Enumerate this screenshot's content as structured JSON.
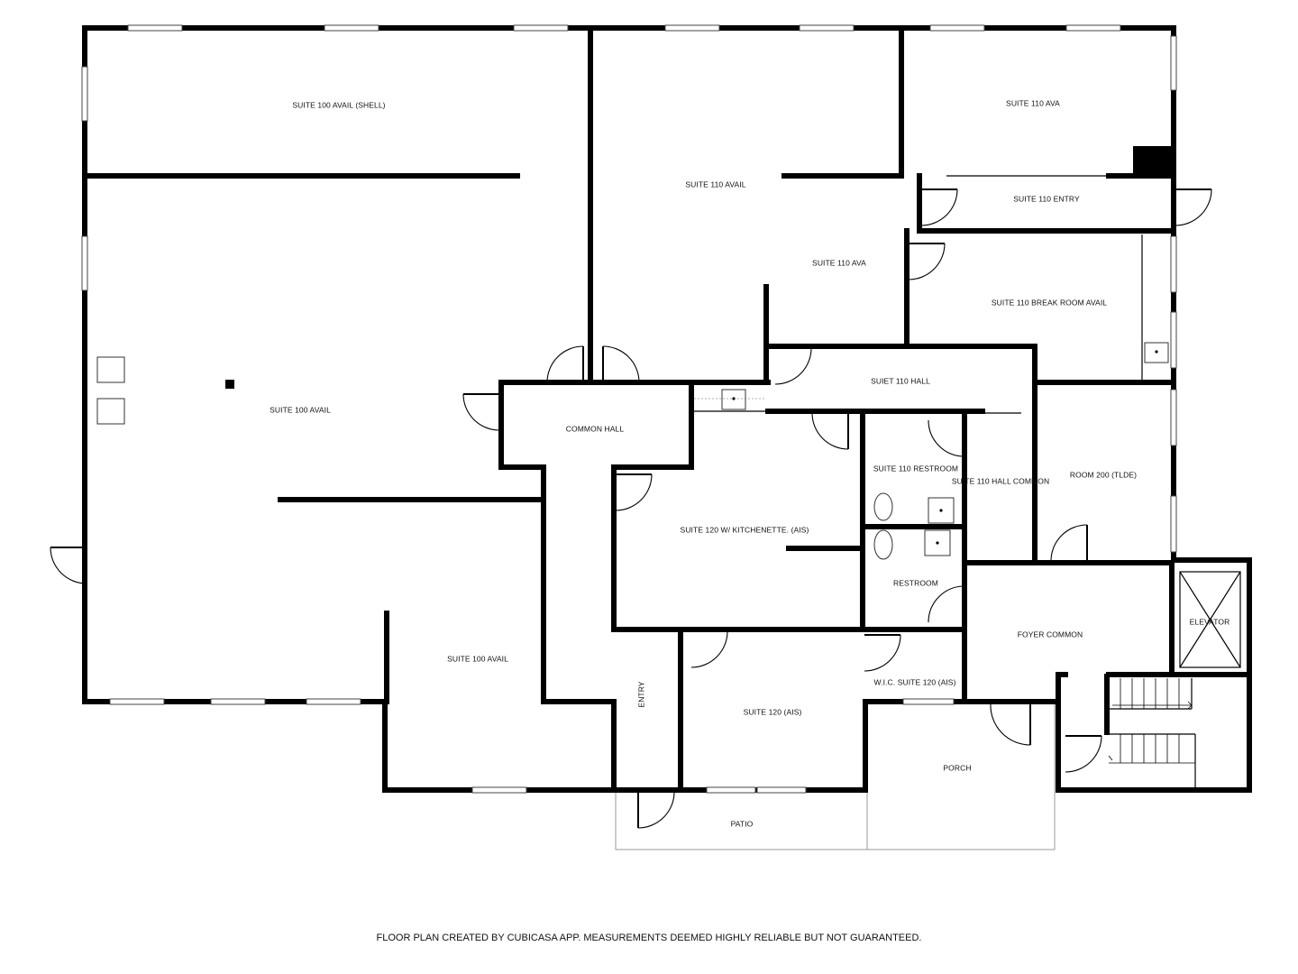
{
  "rooms": {
    "suite100_shell": "SUITE 100 AVAIL (SHELL)",
    "suite100_main": "SUITE 100 AVAIL",
    "suite100_lower": "SUITE 100 AVAIL",
    "suite110_avail": "SUITE 110 AVAIL",
    "suite110_ava_top": "SUITE 110 AVA",
    "suite110_ava_mid": "SUITE 110 AVA",
    "suite110_entry": "SUITE 110 ENTRY",
    "suite110_break": "SUITE 110 BREAK ROOM AVAIL",
    "suiet110_hall": "SUIET 110 HALL",
    "common_hall": "COMMON HALL",
    "suite110_restroom": "SUITE 110 RESTROOM",
    "suite110_hall_common": "SUITE 110 HALL COMMON",
    "room200": "ROOM 200 (TLDE)",
    "suite120_kitchenette": "SUITE 120 W/ KITCHENETTE. (AIS)",
    "restroom": "RESTROOM",
    "foyer_common": "FOYER COMMON",
    "elevator": "ELEVATOR",
    "wic_suite120": "W.I.C. SUITE 120 (AIS)",
    "entry": "ENTRY",
    "suite120": "SUITE 120 (AIS)",
    "porch": "PORCH",
    "patio": "PATIO"
  },
  "footer": "FLOOR PLAN CREATED BY CUBICASA APP. MEASUREMENTS DEEMED HIGHLY RELIABLE BUT NOT GUARANTEED."
}
